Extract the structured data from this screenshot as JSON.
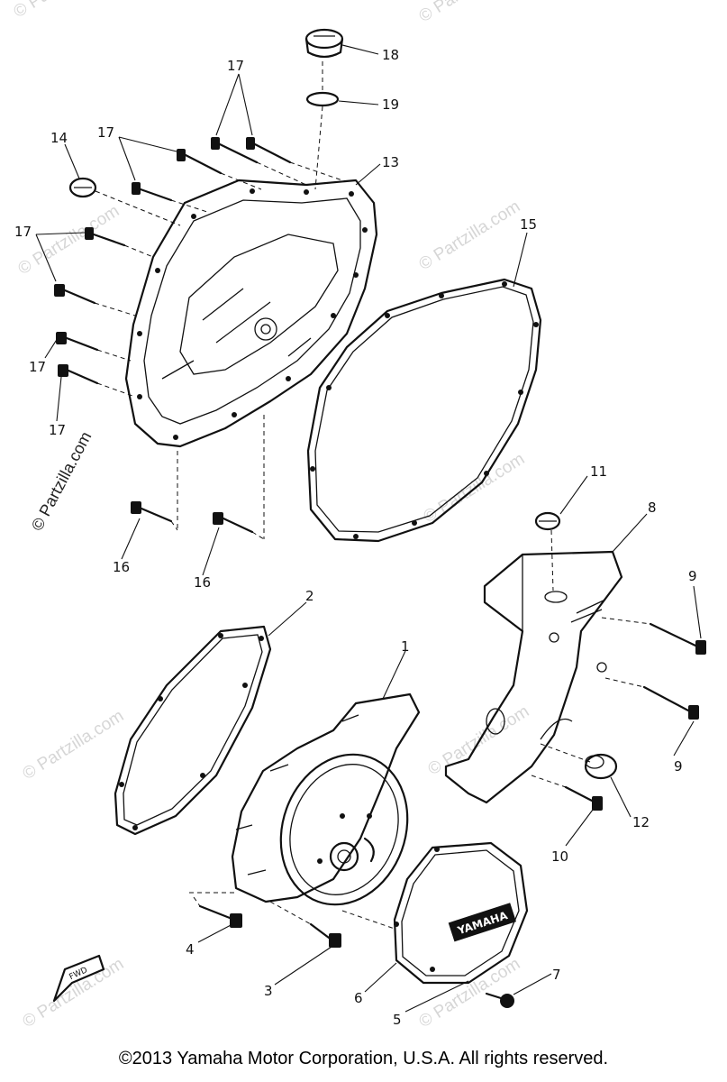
{
  "watermark": "© Partzilla.com",
  "callouts": {
    "p1": "1",
    "p2": "2",
    "p3": "3",
    "p4": "4",
    "p5": "5",
    "p6": "6",
    "p7": "7",
    "p8": "8",
    "p9a": "9",
    "p9b": "9",
    "p10": "10",
    "p11": "11",
    "p12": "12",
    "p13": "13",
    "p14": "14",
    "p15": "15",
    "p16a": "16",
    "p16b": "16",
    "p17a": "17",
    "p17b": "17",
    "p17c": "17",
    "p17d": "17",
    "p17e": "17",
    "p18": "18",
    "p19": "19"
  },
  "badges": {
    "fwd": "FWD",
    "yamaha": "YAMAHA"
  },
  "copyright": "©2013 Yamaha Motor Corporation, U.S.A. All rights reserved."
}
